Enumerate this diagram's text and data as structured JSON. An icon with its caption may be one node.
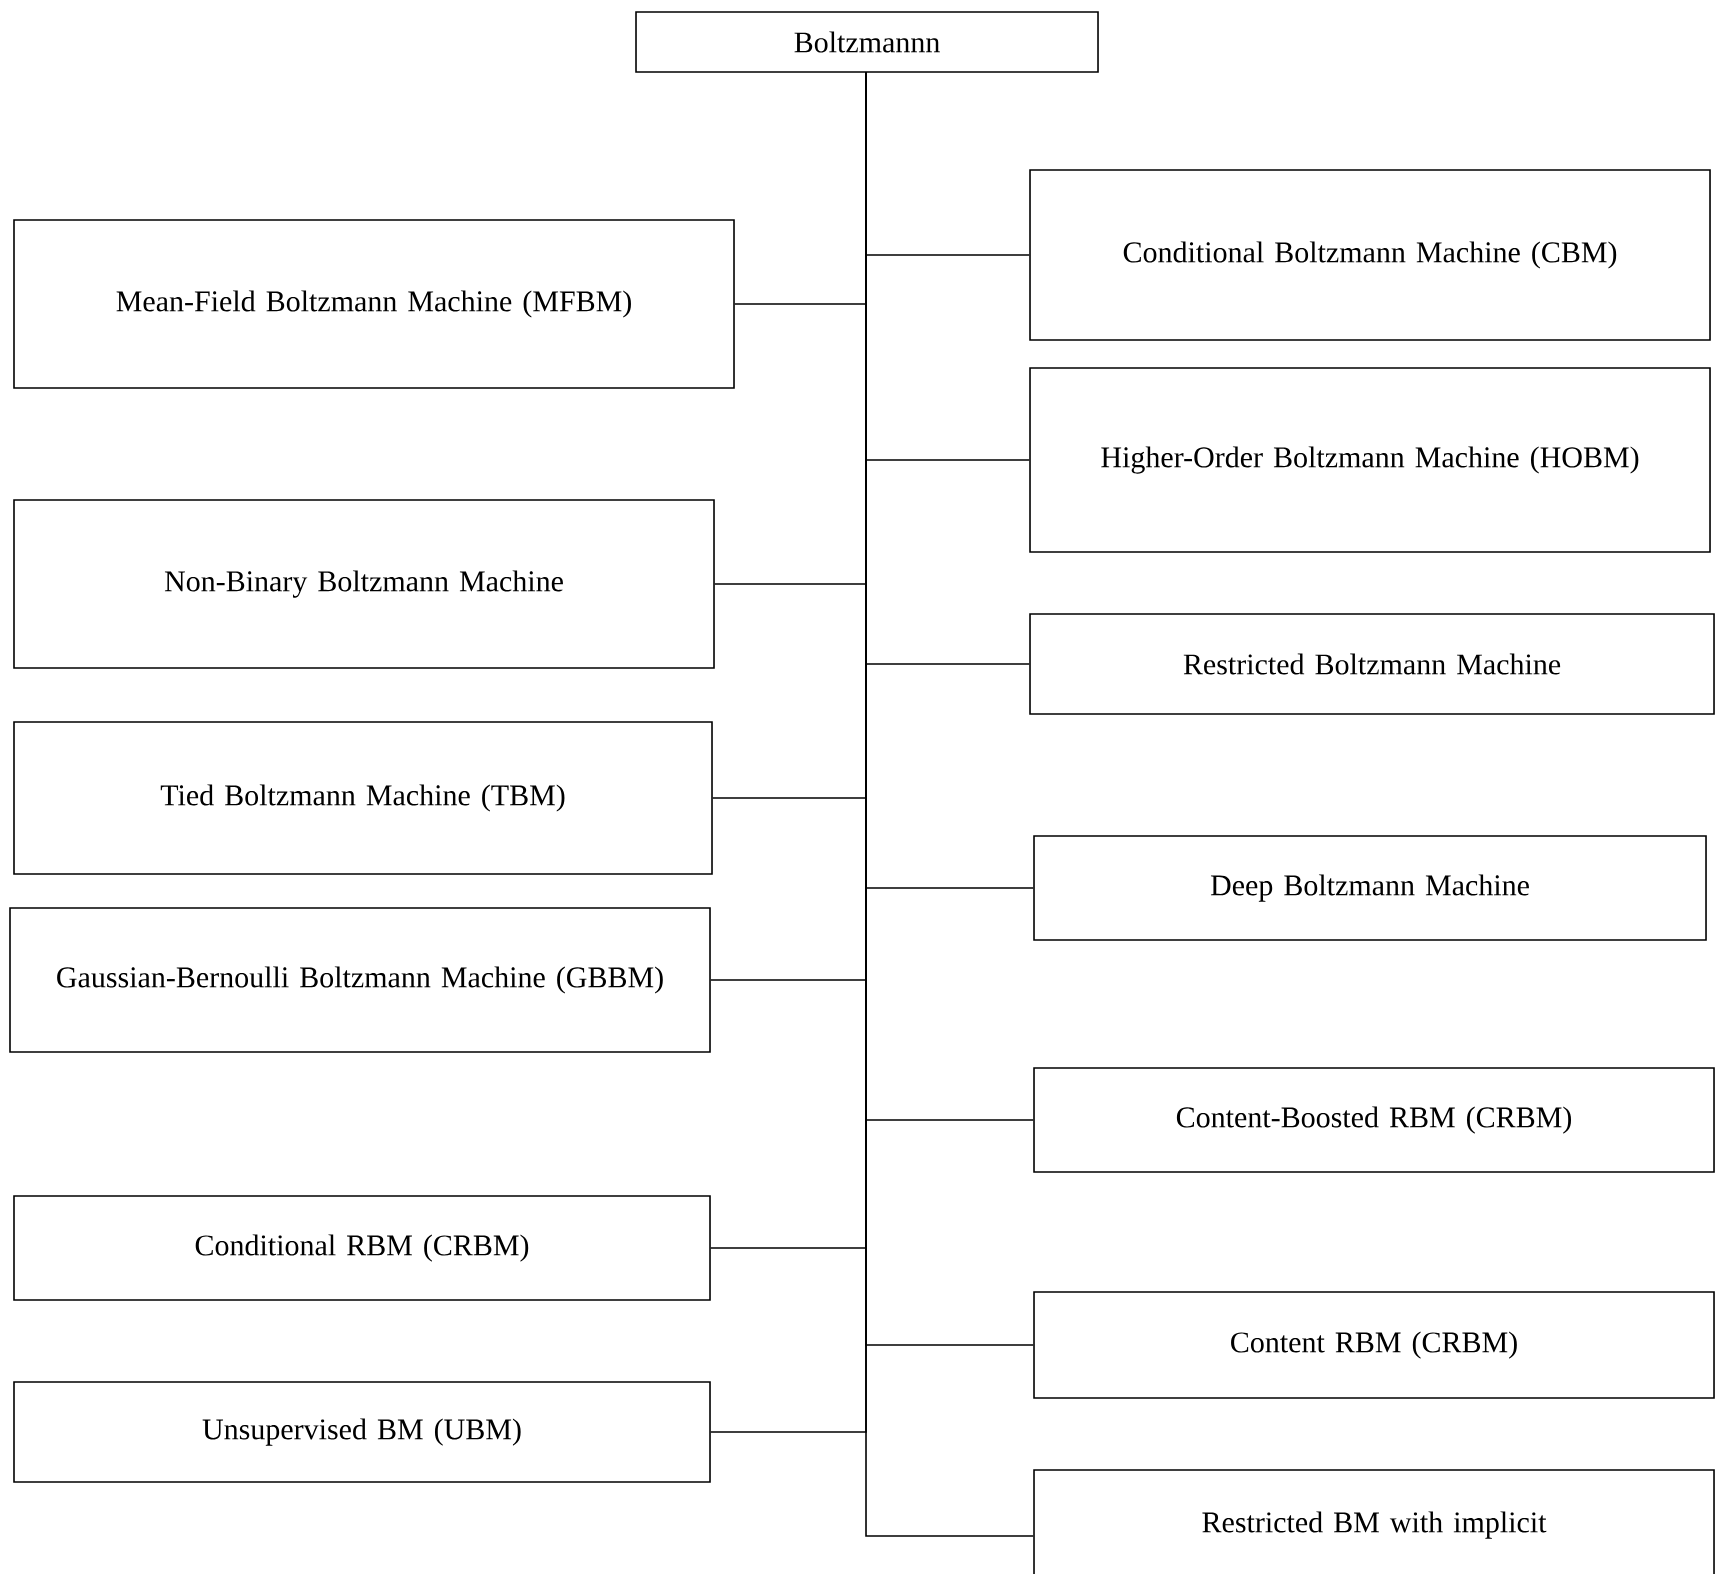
{
  "diagram": {
    "nodes": [
      {
        "text": [
          "Boltzmannn"
        ]
      },
      {
        "text": [
          "Conditional Boltzmann Machine (CBM)"
        ]
      },
      {
        "text": [
          "Mean-Field Boltzmann Machine (MFBM)"
        ]
      },
      {
        "text": [
          "Higher-Order Boltzmann Machine (HOBM)"
        ]
      },
      {
        "text": [
          "Non-Binary Boltzmann Machine"
        ]
      },
      {
        "text": [
          "Restricted Boltzmann Machine"
        ]
      },
      {
        "text": [
          "Tied Boltzmann Machine (TBM)"
        ]
      },
      {
        "text": [
          "Deep Boltzmann Machine"
        ]
      },
      {
        "text": [
          "Gaussian-Bernoulli Boltzmann Machine (GBBM)"
        ]
      },
      {
        "text": [
          "Content-Boosted RBM (CRBM)"
        ]
      },
      {
        "text": [
          "Conditional RBM (CRBM)"
        ]
      },
      {
        "text": [
          "Content RBM (CRBM)"
        ]
      },
      {
        "text": [
          "Unsupervised BM (UBM)"
        ]
      },
      {
        "text": [
          "Restricted BM with implicit"
        ]
      }
    ],
    "edges": [
      {
        "from": 0,
        "to": 1,
        "arrow": "none"
      },
      {
        "from": 0,
        "to": 2,
        "arrow": "none"
      },
      {
        "from": 0,
        "to": 3,
        "arrow": "none"
      },
      {
        "from": 0,
        "to": 4,
        "arrow": "none"
      },
      {
        "from": 0,
        "to": 5,
        "arrow": "none"
      },
      {
        "from": 0,
        "to": 6,
        "arrow": "none"
      },
      {
        "from": 0,
        "to": 7,
        "arrow": "none"
      },
      {
        "from": 0,
        "to": 8,
        "arrow": "none"
      },
      {
        "from": 0,
        "to": 9,
        "arrow": "none"
      },
      {
        "from": 0,
        "to": 10,
        "arrow": "none"
      },
      {
        "from": 0,
        "to": 11,
        "arrow": "none"
      },
      {
        "from": 0,
        "to": 12,
        "arrow": "none"
      },
      {
        "from": 0,
        "to": 13,
        "arrow": "none"
      }
    ]
  }
}
